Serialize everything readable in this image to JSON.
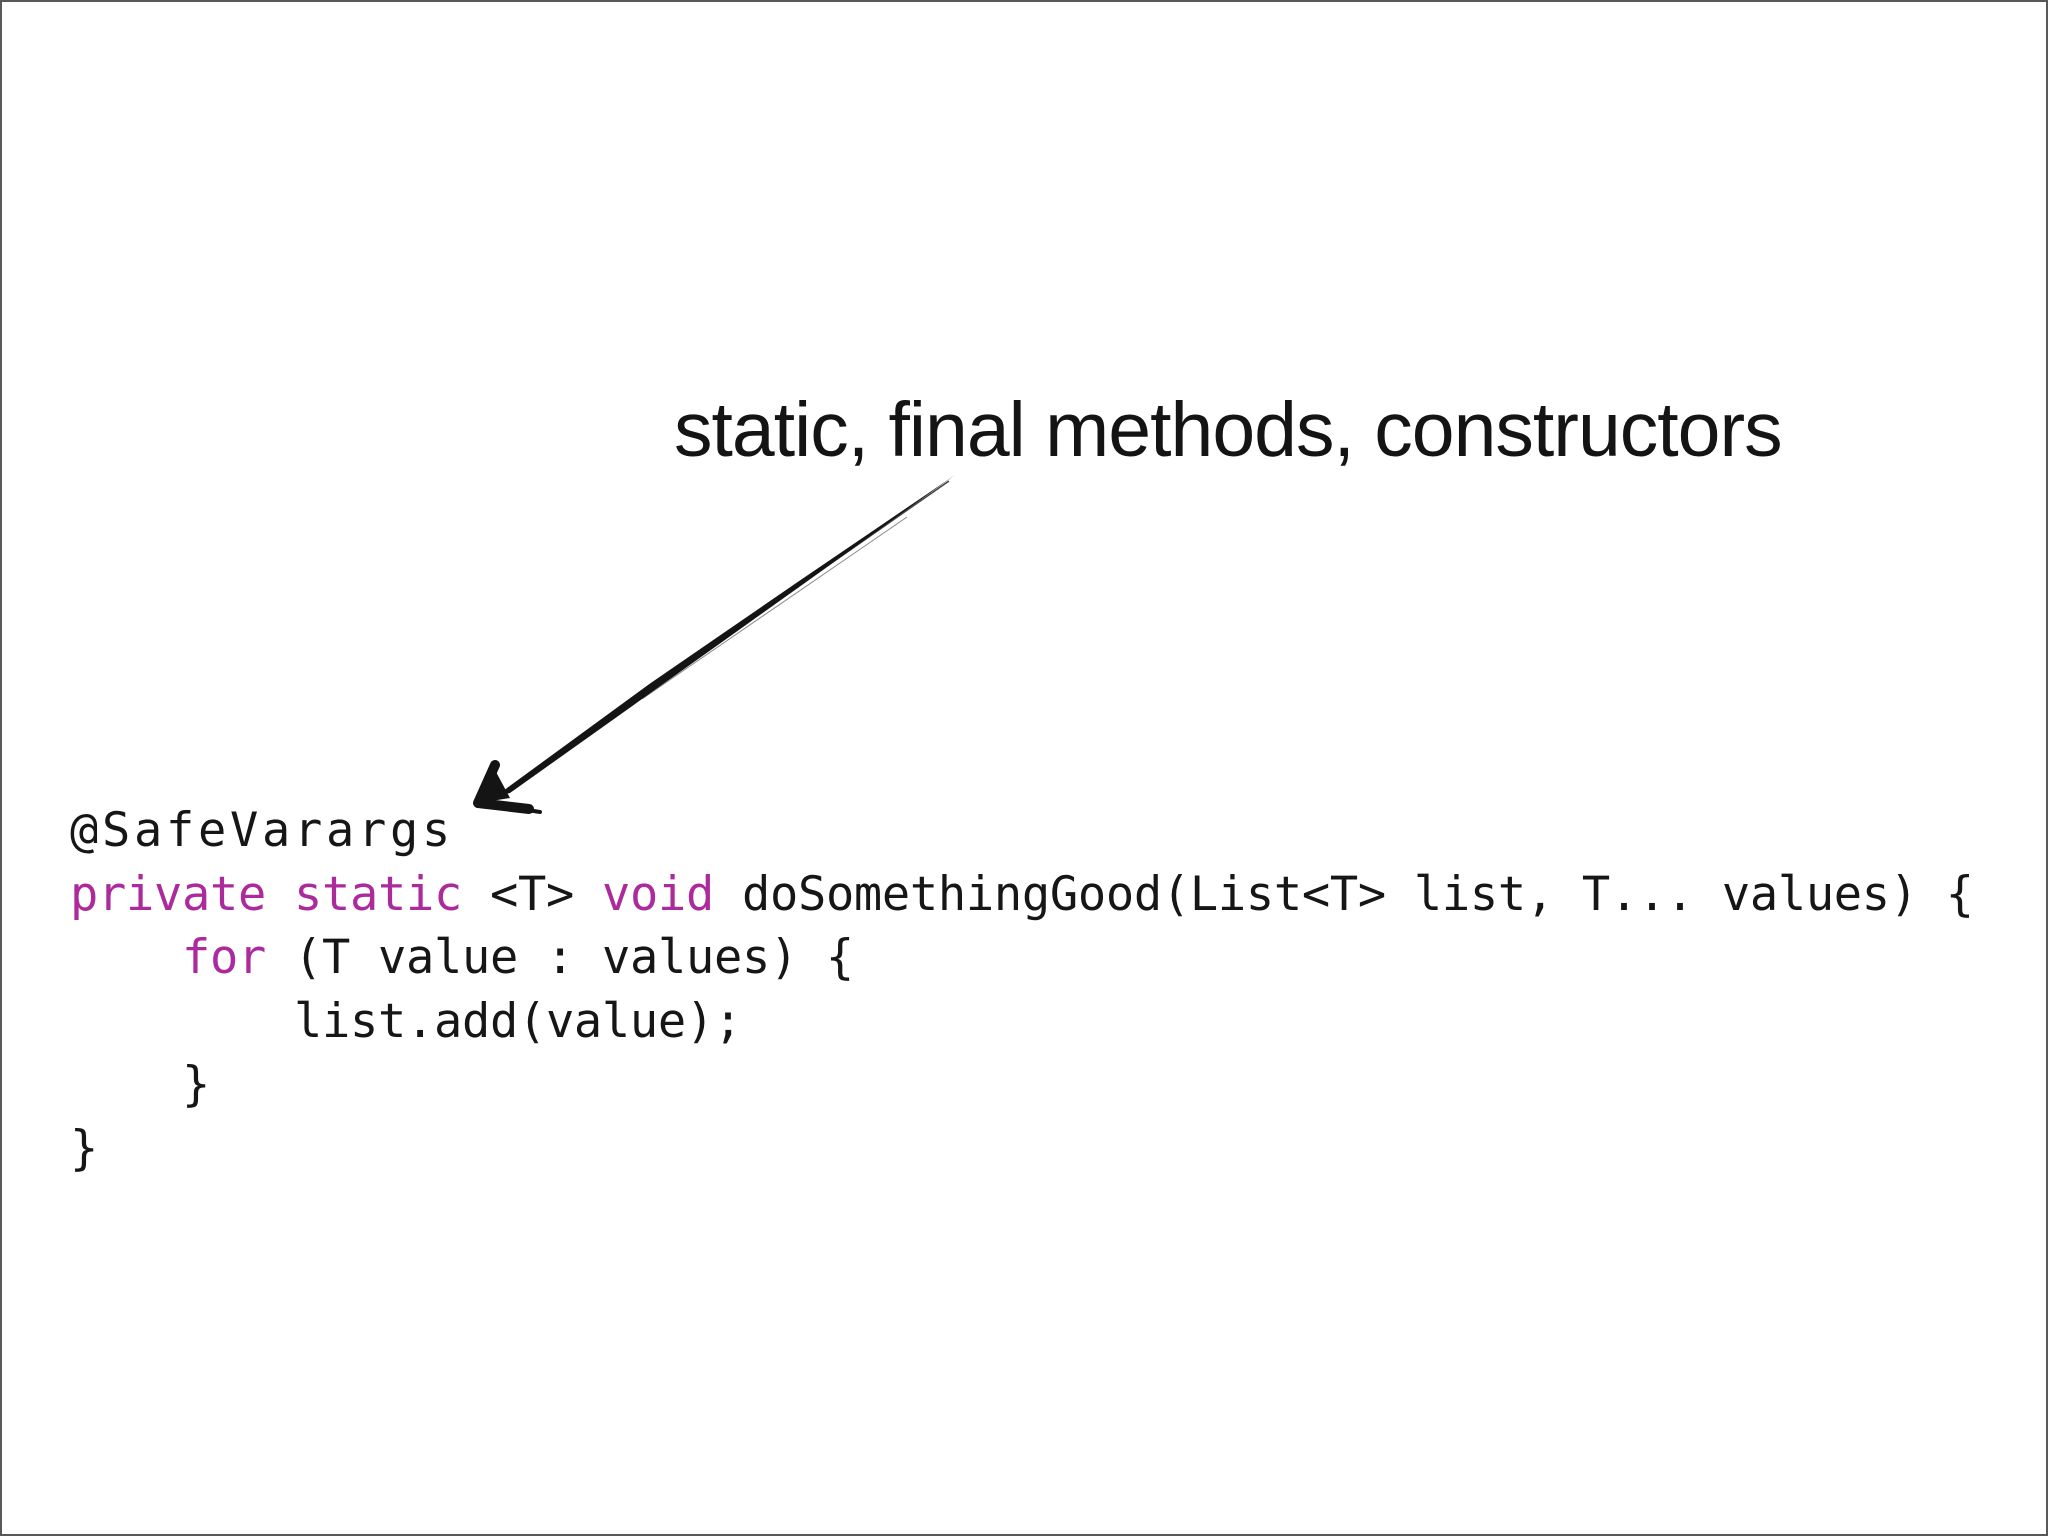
{
  "slide": {
    "type": "presentation-slide",
    "background": "#ffffff",
    "border_color": "#58585a",
    "annotation": {
      "label": "static, final methods, constructors",
      "arrow_icon": "hand-drawn-arrow"
    },
    "colors": {
      "title_text": "#141414",
      "code_text": "#161616",
      "keyword": "#ac2b9c"
    },
    "code": {
      "language": "java",
      "lines": [
        {
          "segments": [
            {
              "t": "@SafeVarargs",
              "c": "plain"
            }
          ]
        },
        {
          "segments": [
            {
              "t": "private",
              "c": "kw"
            },
            {
              "t": " ",
              "c": "plain"
            },
            {
              "t": "static",
              "c": "kw"
            },
            {
              "t": " <T> ",
              "c": "plain"
            },
            {
              "t": "void",
              "c": "kw"
            },
            {
              "t": " doSomethingGood(List<T> list, T... values) {",
              "c": "plain"
            }
          ]
        },
        {
          "segments": [
            {
              "t": "    ",
              "c": "plain"
            },
            {
              "t": "for",
              "c": "kw"
            },
            {
              "t": " (T value : values) {",
              "c": "plain"
            }
          ]
        },
        {
          "segments": [
            {
              "t": "        list.add(value);",
              "c": "plain"
            }
          ]
        },
        {
          "segments": [
            {
              "t": "    }",
              "c": "plain"
            }
          ]
        },
        {
          "segments": [
            {
              "t": "}",
              "c": "plain"
            }
          ]
        }
      ]
    }
  }
}
